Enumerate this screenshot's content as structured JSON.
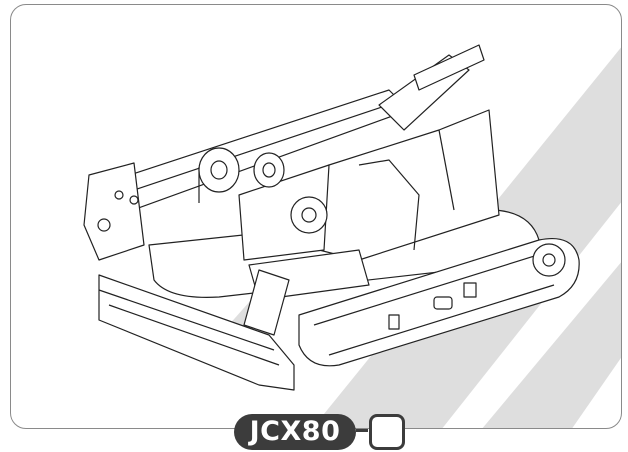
{
  "model": {
    "label": "JCX80"
  },
  "colors": {
    "stripe": "#dedede",
    "badge": "#3c3c3c",
    "frame": "#8a8a8a",
    "line": "#222222"
  },
  "icons": {
    "machine": "crawler-crane-illustration",
    "checkbox": "empty-checkbox"
  }
}
